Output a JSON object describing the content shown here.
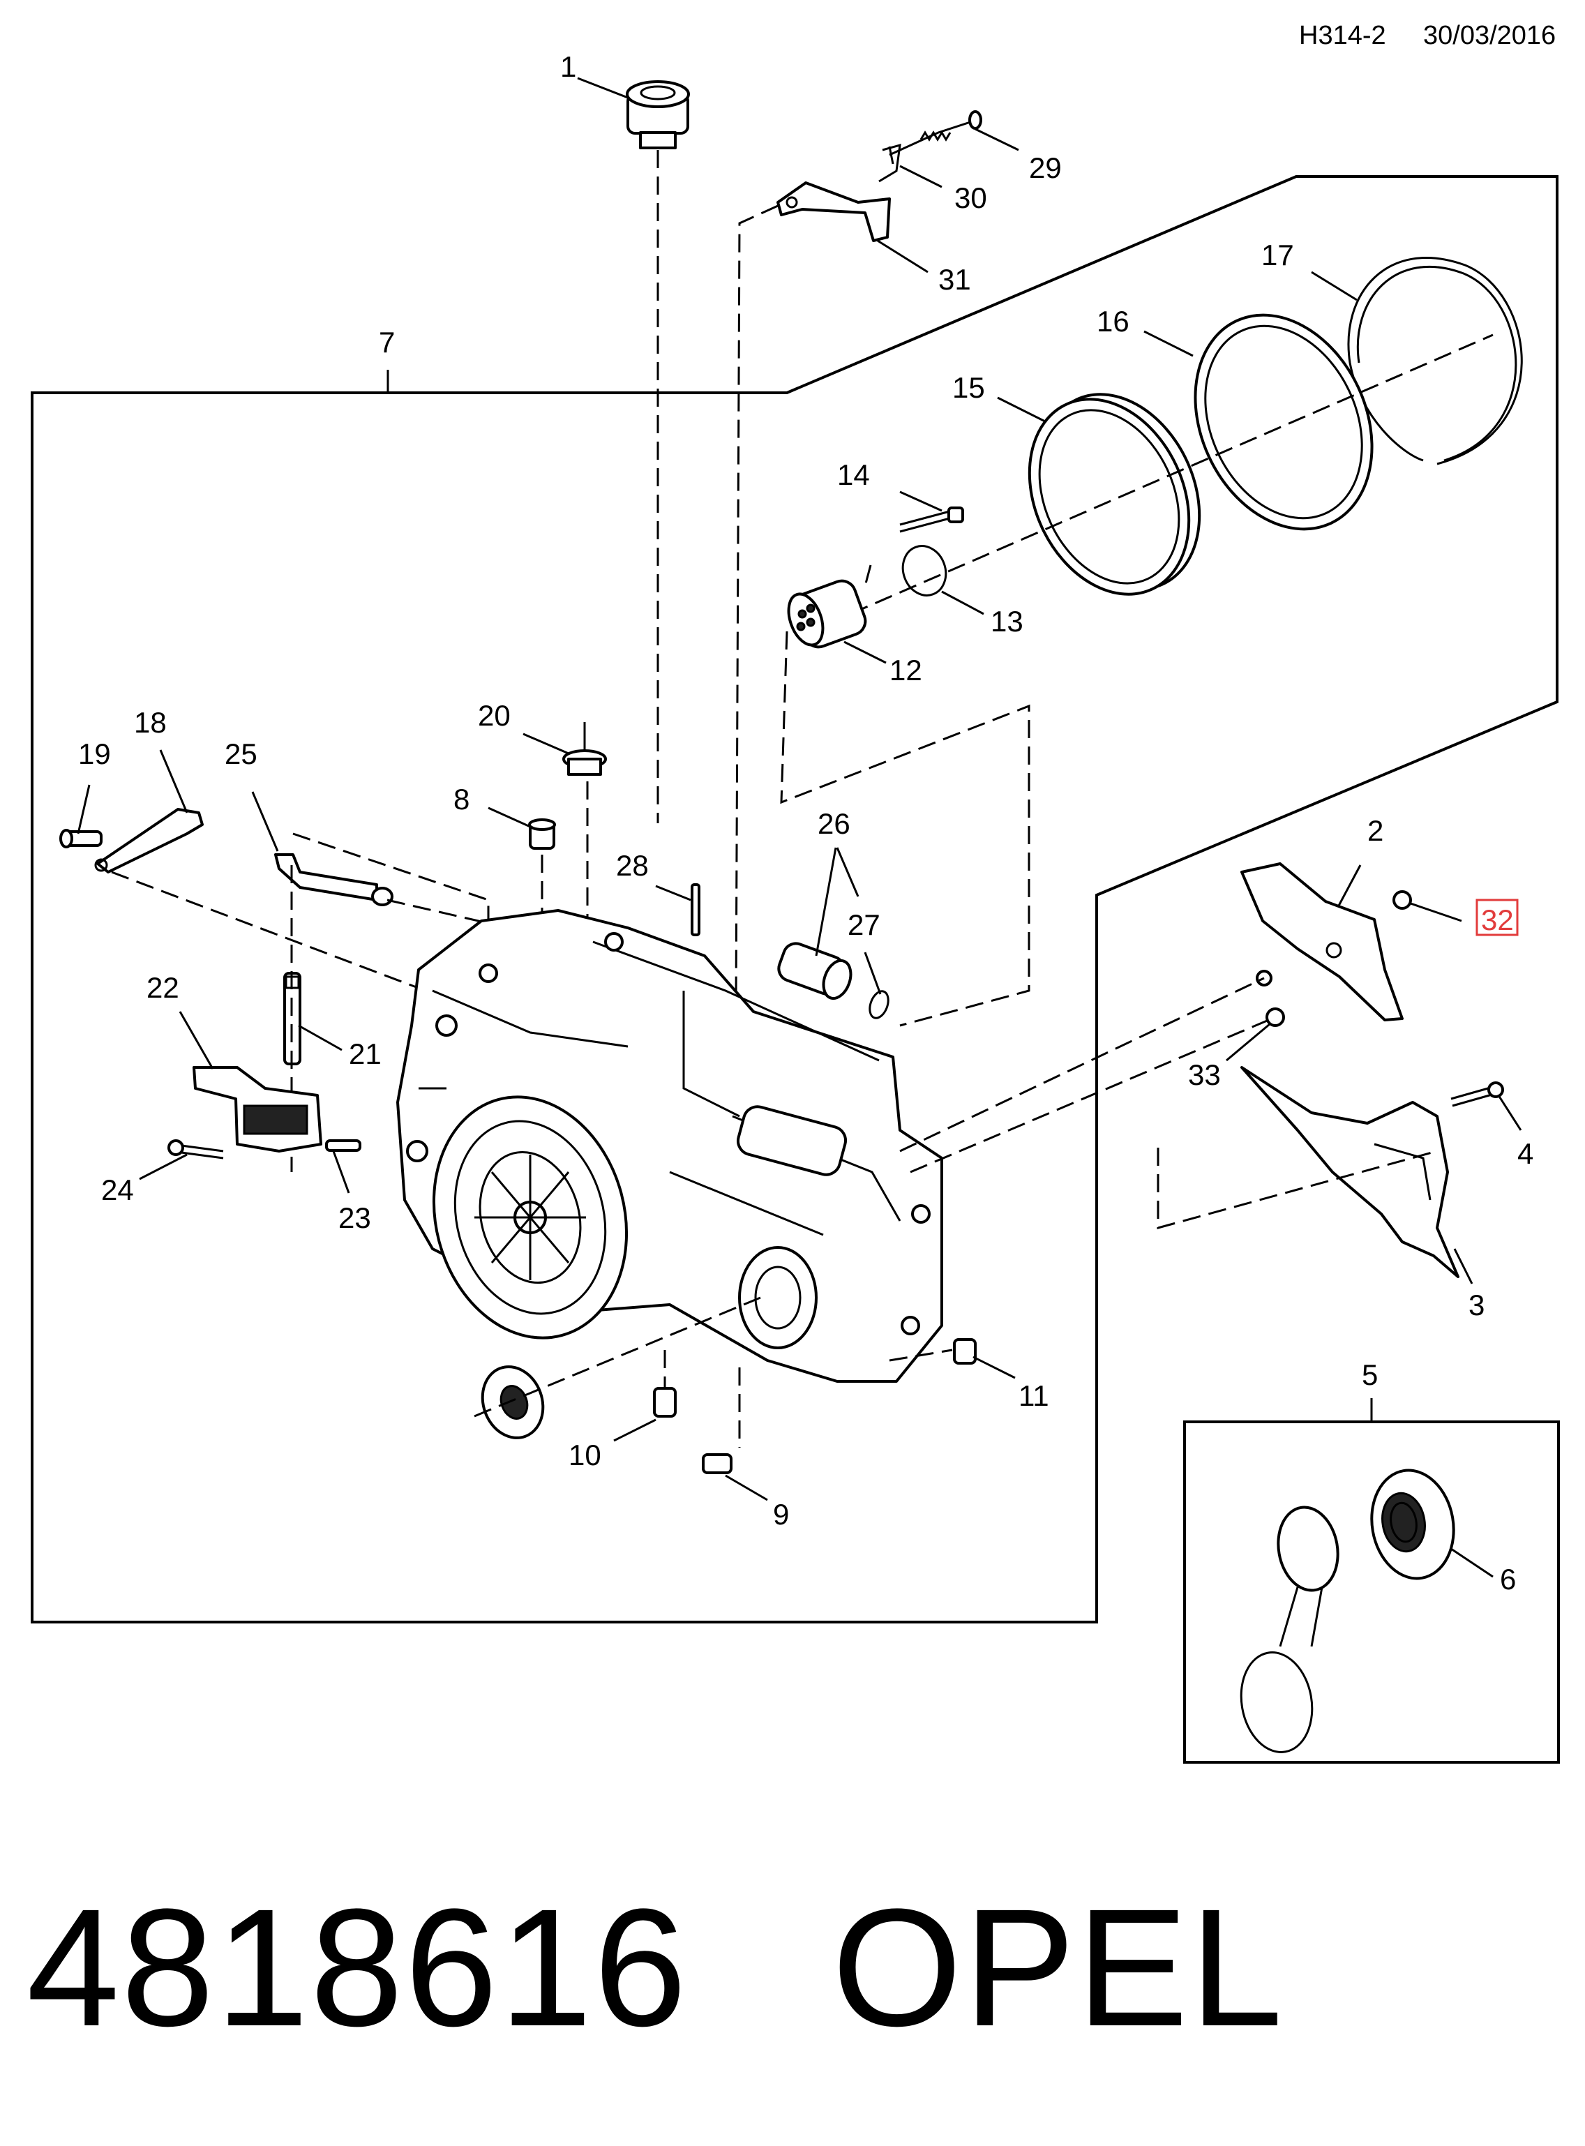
{
  "header": {
    "code": "H314-2",
    "date": "30/03/2016"
  },
  "footer": {
    "part_number": "4818616",
    "brand": "OPEL"
  },
  "callouts": [
    {
      "id": "1",
      "label": "1"
    },
    {
      "id": "2",
      "label": "2"
    },
    {
      "id": "3",
      "label": "3"
    },
    {
      "id": "4",
      "label": "4"
    },
    {
      "id": "5",
      "label": "5"
    },
    {
      "id": "6",
      "label": "6"
    },
    {
      "id": "7",
      "label": "7"
    },
    {
      "id": "8",
      "label": "8"
    },
    {
      "id": "9",
      "label": "9"
    },
    {
      "id": "10",
      "label": "10"
    },
    {
      "id": "11",
      "label": "11"
    },
    {
      "id": "12",
      "label": "12"
    },
    {
      "id": "13",
      "label": "13"
    },
    {
      "id": "14",
      "label": "14"
    },
    {
      "id": "15",
      "label": "15"
    },
    {
      "id": "16",
      "label": "16"
    },
    {
      "id": "17",
      "label": "17"
    },
    {
      "id": "18",
      "label": "18"
    },
    {
      "id": "19",
      "label": "19"
    },
    {
      "id": "20",
      "label": "20"
    },
    {
      "id": "21",
      "label": "21"
    },
    {
      "id": "22",
      "label": "22"
    },
    {
      "id": "23",
      "label": "23"
    },
    {
      "id": "24",
      "label": "24"
    },
    {
      "id": "25",
      "label": "25"
    },
    {
      "id": "26",
      "label": "26"
    },
    {
      "id": "27",
      "label": "27"
    },
    {
      "id": "28",
      "label": "28"
    },
    {
      "id": "29",
      "label": "29"
    },
    {
      "id": "30",
      "label": "30"
    },
    {
      "id": "31",
      "label": "31"
    },
    {
      "id": "32",
      "label": "32",
      "highlighted": true
    },
    {
      "id": "33",
      "label": "33"
    }
  ],
  "colors": {
    "line": "#000000",
    "highlight": "#e23c3c",
    "background": "#ffffff"
  }
}
